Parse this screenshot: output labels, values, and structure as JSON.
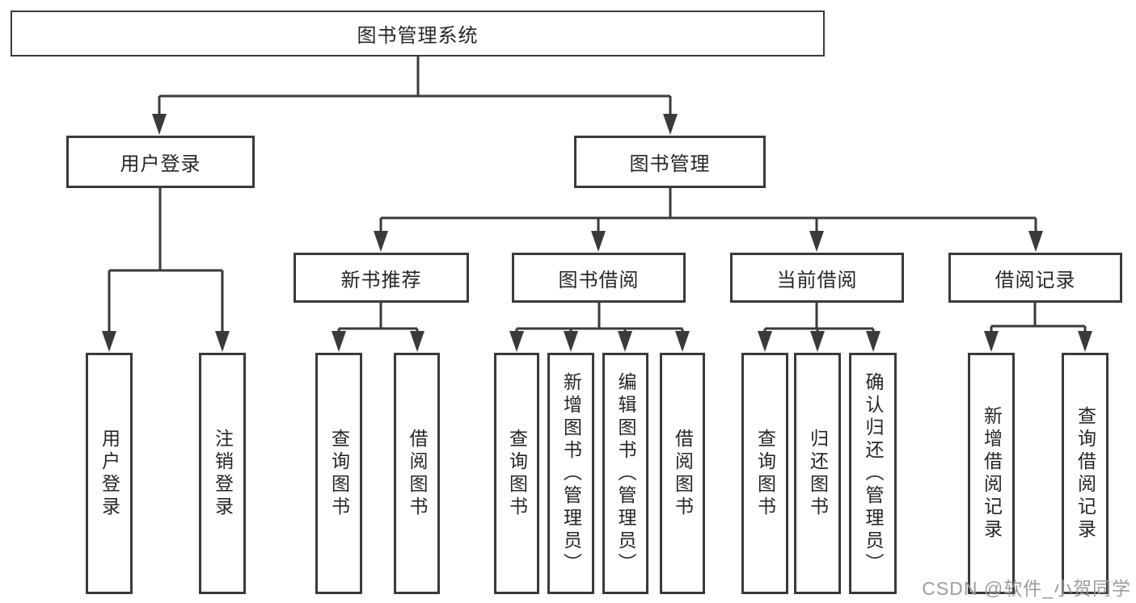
{
  "tree": {
    "root": {
      "label": "图书管理系统"
    },
    "children": [
      {
        "label": "用户登录",
        "children": [
          "用户登录",
          "注销登录"
        ]
      },
      {
        "label": "图书管理",
        "children": [
          {
            "label": "新书推荐",
            "children": [
              "查询图书",
              "借阅图书"
            ]
          },
          {
            "label": "图书借阅",
            "children": [
              "查询图书",
              "新增图书（管理员）",
              "编辑图书（管理员）",
              "借阅图书"
            ]
          },
          {
            "label": "当前借阅",
            "children": [
              "查询图书",
              "归还图书",
              "确认归还（管理员）"
            ]
          },
          {
            "label": "借阅记录",
            "children": [
              "新增借阅记录",
              "查询借阅记录"
            ]
          }
        ]
      }
    ]
  },
  "watermark": {
    "text": "CSDN @软件_小贺同学"
  },
  "colors": {
    "line": "#3a3a3a",
    "box_border": "#3a3a3a",
    "text": "#262626",
    "watermark": "#9c9c9c",
    "background": "#ffffff"
  }
}
